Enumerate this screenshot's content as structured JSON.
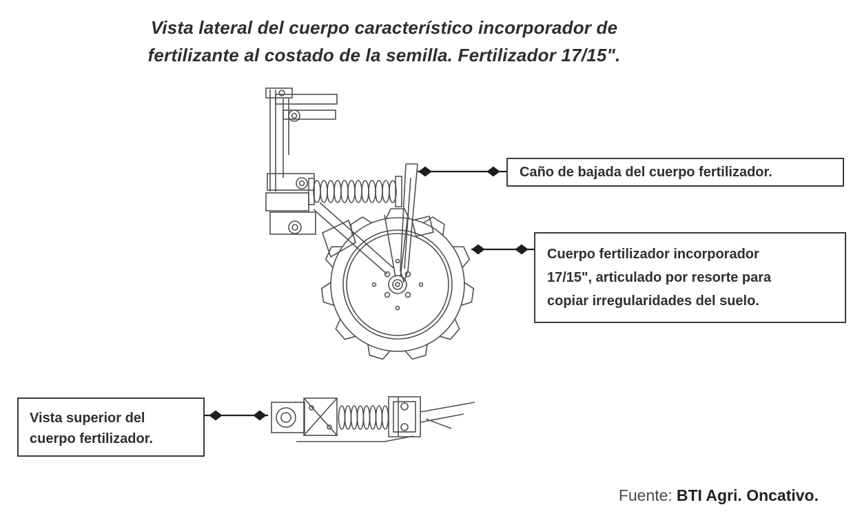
{
  "colors": {
    "background": "#ffffff",
    "ink": "#2e2e2e",
    "drawing_line": "#4f4f4f",
    "connector": "#1e1e1e",
    "box_border": "#3a3a3a"
  },
  "title": {
    "line1": "Vista lateral del cuerpo característico incorporador de",
    "line2": "fertilizante al costado de la semilla. Fertilizador 17/15\"."
  },
  "callouts": {
    "downspout": {
      "text": "Caño de bajada del cuerpo fertilizador."
    },
    "body": {
      "line1": "Cuerpo fertilizador incorporador",
      "line2": "17/15\", articulado por resorte para",
      "line3": "copiar irregularidades del suelo."
    },
    "top_view": {
      "line1": "Vista superior del",
      "line2": "cuerpo fertilizador."
    }
  },
  "source": {
    "label": "Fuente:",
    "value": "BTI Agri. Oncativo."
  }
}
